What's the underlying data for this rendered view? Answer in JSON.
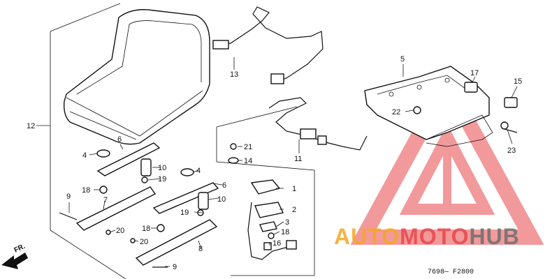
{
  "diagram": {
    "direction_label": "FR.",
    "figure_code": "7698— F2800",
    "callouts": {
      "c1": "1",
      "c2": "2",
      "c3": "3",
      "c4a": "4",
      "c4b": "4",
      "c5": "5",
      "c6a": "6",
      "c6b": "6",
      "c7": "7",
      "c8": "8",
      "c9a": "9",
      "c9b": "9",
      "c10a": "10",
      "c10b": "10",
      "c11": "11",
      "c12": "12",
      "c13": "13",
      "c14": "14",
      "c15": "15",
      "c16": "16",
      "c17": "17",
      "c18a": "18",
      "c18b": "18",
      "c18c": "18",
      "c19a": "19",
      "c19b": "19",
      "c20a": "20",
      "c20b": "20",
      "c21": "21",
      "c22": "22",
      "c23": "23"
    }
  },
  "watermark": {
    "brand_part1": "AUTO",
    "brand_part2": "MOTO",
    "brand_part3": "HUB",
    "color_orange": "#F5A623",
    "color_red": "#E8464A",
    "color_gray": "#6E6E6E"
  }
}
